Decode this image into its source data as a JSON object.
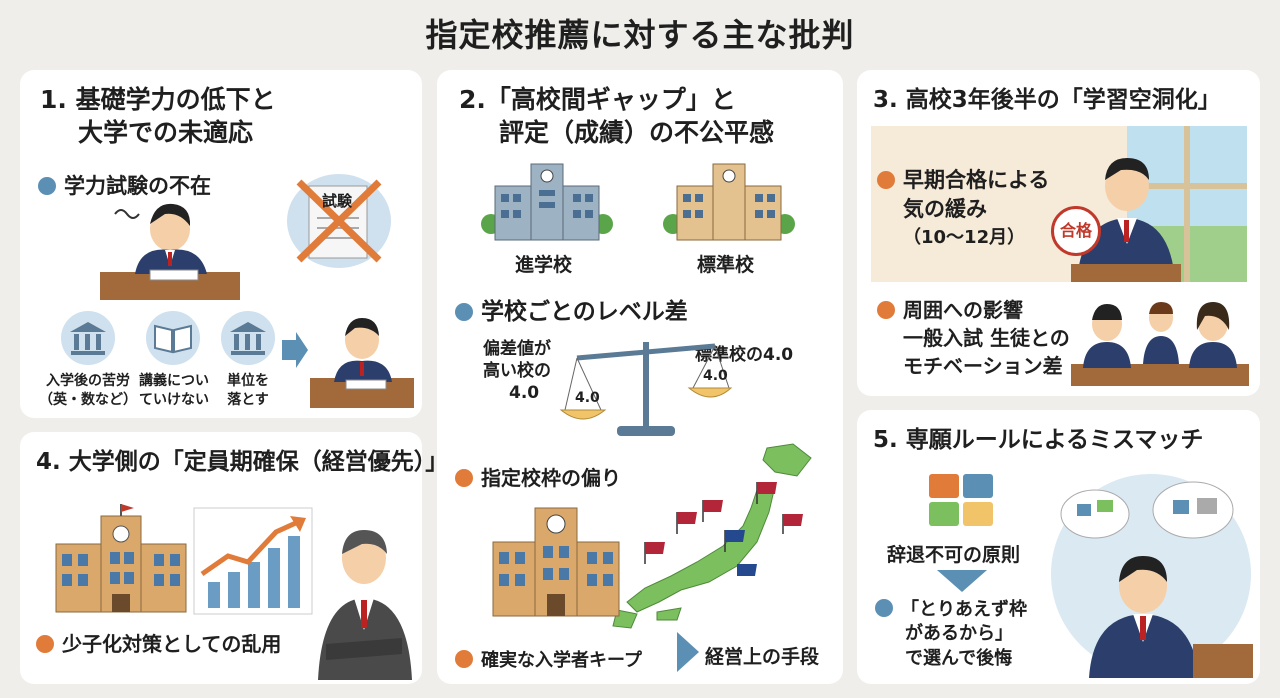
{
  "title": "指定校推薦に対する主な批判",
  "colors": {
    "accent_blue": "#5b8fb3",
    "accent_orange": "#e07b39",
    "suit": "#2c3e6b",
    "background": "#efeeea"
  },
  "card1": {
    "heading_line1": "1. 基礎学力の低下と",
    "heading_line2": "大学での未適応",
    "bullet": "学力試験の不在",
    "exam_sign": "試験",
    "items": [
      {
        "line1": "入学後の苦労",
        "line2": "（英・数など）",
        "icon": "university-icon"
      },
      {
        "line1": "講義につい",
        "line2": "ていけない",
        "icon": "book-icon"
      },
      {
        "line1": "単位を",
        "line2": "落とす",
        "icon": "university-icon"
      }
    ]
  },
  "card2": {
    "heading_line1": "2.「高校間ギャップ」と",
    "heading_line2": "評定（成績）の不公平感",
    "school_a": "進学校",
    "school_b": "標準校",
    "bullet1": "学校ごとのレベル差",
    "left_label_1": "偏差値が",
    "left_label_2": "高い校の",
    "left_label_3": "4.0",
    "right_label": "標準校の4.0",
    "pan_left": "4.0",
    "pan_right": "4.0",
    "bullet2": "指定校枠の偏り",
    "bullet3": "確実な入学者キープ",
    "result": "経営上の手段"
  },
  "card3": {
    "heading": "3. 高校3年後半の「学習空洞化」",
    "bullet1_line1": "早期合格による",
    "bullet1_line2": "気の緩み",
    "bullet1_line3": "（10〜12月）",
    "stamp": "合格",
    "bullet2": "周囲への影響",
    "bullet2_line2": "一般入試 生徒との",
    "bullet2_line3": "モチベーション差"
  },
  "card4": {
    "heading": "4. 大学側の「定員期確保（経営優先）」",
    "bullet": "少子化対策としての乱用"
  },
  "card5": {
    "heading": "5. 専願ルールによるミスマッチ",
    "label": "辞退不可の原則",
    "bullet_line1": "「とりあえず枠",
    "bullet_line2": "があるから」",
    "bullet_line3": "で選んで後悔"
  }
}
